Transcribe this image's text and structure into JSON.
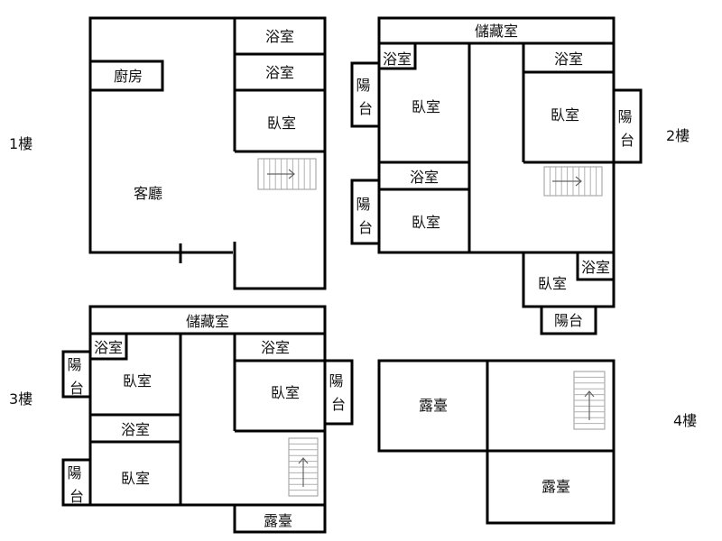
{
  "floors": {
    "f1": {
      "label": "1樓",
      "rooms": {
        "bath_a": "浴室",
        "bath_b": "浴室",
        "kitchen": "廚房",
        "bedroom": "臥室",
        "living": "客廳"
      }
    },
    "f2": {
      "label": "2樓",
      "rooms": {
        "storage": "儲藏室",
        "bath_tl": "浴室",
        "bath_tr": "浴室",
        "balcony_l1": "陽台",
        "bedroom_l": "臥室",
        "bedroom_r": "臥室",
        "balcony_r": "陽台",
        "bath_mid": "浴室",
        "balcony_l2": "陽台",
        "bedroom_bl": "臥室",
        "bath_br": "浴室",
        "bedroom_br": "臥室",
        "balcony_b": "陽台"
      }
    },
    "f3": {
      "label": "3樓",
      "rooms": {
        "storage": "儲藏室",
        "bath_tl": "浴室",
        "bath_tr": "浴室",
        "balcony_l1": "陽台",
        "bedroom_l": "臥室",
        "bedroom_r": "臥室",
        "balcony_r": "陽台",
        "bath_mid": "浴室",
        "balcony_l2": "陽台",
        "bedroom_bl": "臥室",
        "terrace": "露臺"
      }
    },
    "f4": {
      "label": "4樓",
      "rooms": {
        "terrace_a": "露臺",
        "terrace_b": "露臺"
      }
    }
  }
}
